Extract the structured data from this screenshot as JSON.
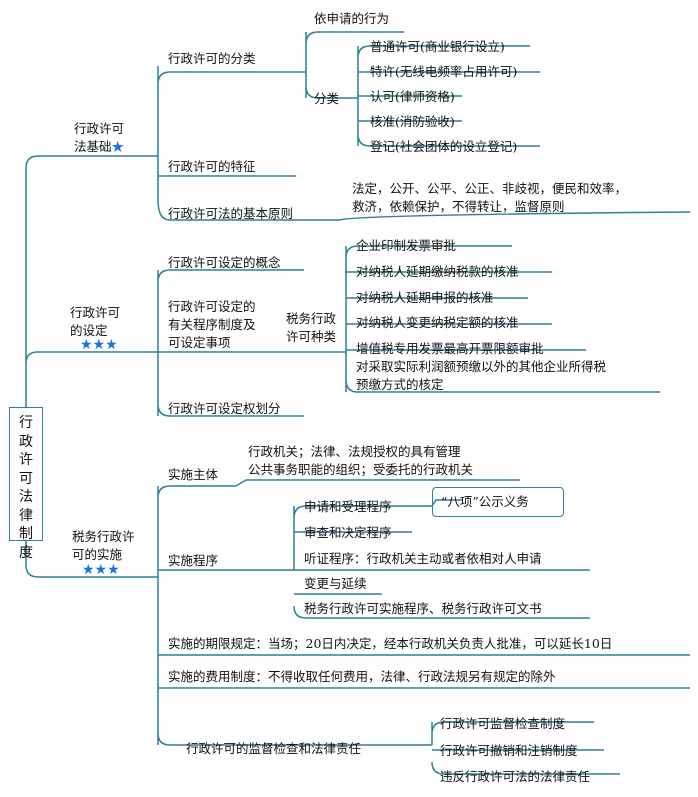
{
  "root": {
    "chars": [
      "行",
      "政",
      "许",
      "可",
      "法",
      "律",
      "制",
      "度"
    ]
  },
  "colors": {
    "line": "#2f7f96",
    "star": "#1a73d9"
  },
  "b1": {
    "label_l1": "行政许可",
    "label_l2": "法基础",
    "stars": "★",
    "c1": "行政许可的分类",
    "c1a": "依申请的行为",
    "c1b": "分类",
    "c1b_items": [
      "普通许可(商业银行设立)",
      "特许(无线电频率占用许可)",
      "认可(律师资格)",
      "核准(消防验收)",
      "登记(社会团体的设立登记)"
    ],
    "c2": "行政许可的特征",
    "c3": "行政许可法的基本原则",
    "c3_l1": "法定，公开、公平、公正、非歧视，便民和效率，",
    "c3_l2": "救济，依赖保护，不得转让，监督原则"
  },
  "b2": {
    "label_l1": "行政许可",
    "label_l2": "的设定",
    "stars": "★★★",
    "c1": "行政许可设定的概念",
    "c2_l1": "行政许可设定的",
    "c2_l2": "有关程序制度及",
    "c2_l3": "可设定事项",
    "tax_l1": "税务行政",
    "tax_l2": "许可种类",
    "tax_items": [
      "企业印制发票审批",
      "对纳税人延期缴纳税款的核准",
      "对纳税人延期申报的核准",
      "对纳税人变更纳税定额的核准",
      "增值税专用发票最高开票限额审批"
    ],
    "tax_last_l1": "对采取实际利润额预缴以外的其他企业所得税",
    "tax_last_l2": "预缴方式的核定",
    "c3": "行政许可设定权划分"
  },
  "b3": {
    "label_l1": "税务行政许",
    "label_l2": "可的实施",
    "stars": "★★★",
    "c1": "实施主体",
    "c1_l1": "行政机关；法律、法规授权的具有管理",
    "c1_l2": "公共事务职能的组织；受委托的行政机关",
    "c2": "实施程序",
    "c2_items": [
      "申请和受理程序",
      "审查和决定程序",
      "听证程序：行政机关主动或者依相对人申请",
      "变更与延续",
      "税务行政许可实施程序、税务行政许可文书"
    ],
    "c2_note": "“八项”公示义务",
    "c3": "实施的期限规定：当场；20日内决定，经本行政机关负责人批准，可以延长10日",
    "c4": "实施的费用制度：不得收取任何费用，法律、行政法规另有规定的除外",
    "c5": "行政许可的监督检查和法律责任",
    "c5_items": [
      "行政许可监督检查制度",
      "行政许可撤销和注销制度",
      "违反行政许可法的法律责任"
    ]
  }
}
